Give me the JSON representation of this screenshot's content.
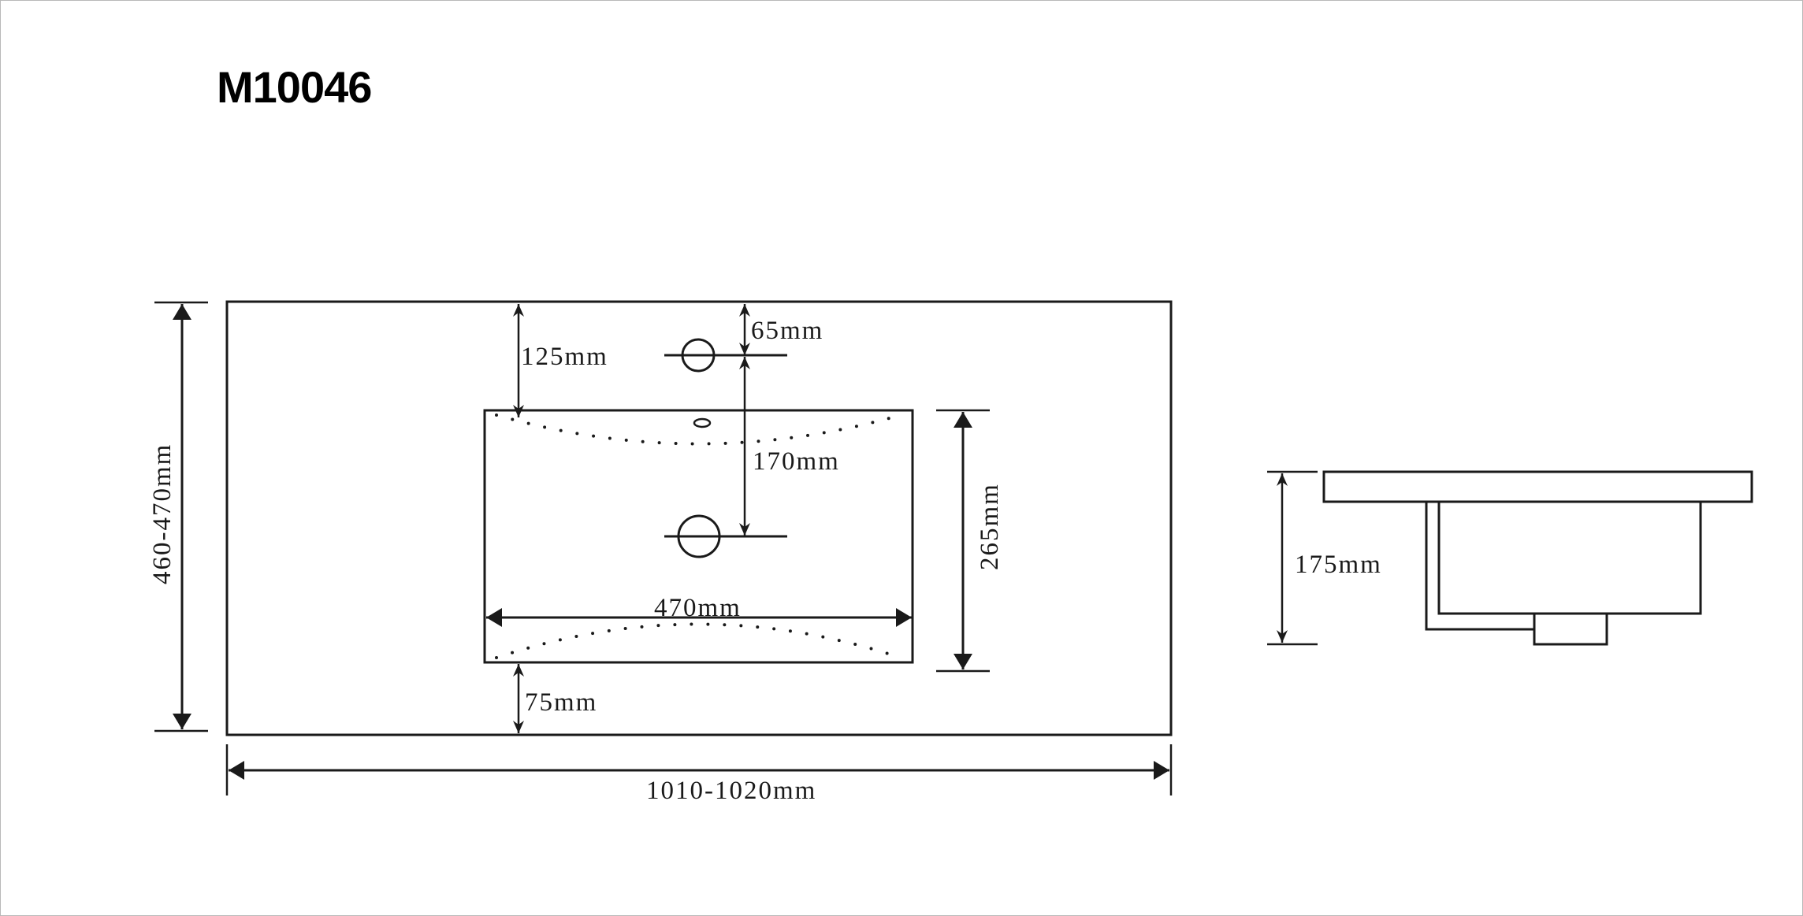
{
  "title": "M10046",
  "dimensions": {
    "top_offset_inner": "125mm",
    "tap_hole_offset": "65mm",
    "tap_to_drain": "170mm",
    "bowl_depth": "265mm",
    "bowl_width": "470mm",
    "front_offset": "75mm",
    "overall_depth": "460-470mm",
    "overall_width": "1010-1020mm",
    "height": "175mm"
  }
}
